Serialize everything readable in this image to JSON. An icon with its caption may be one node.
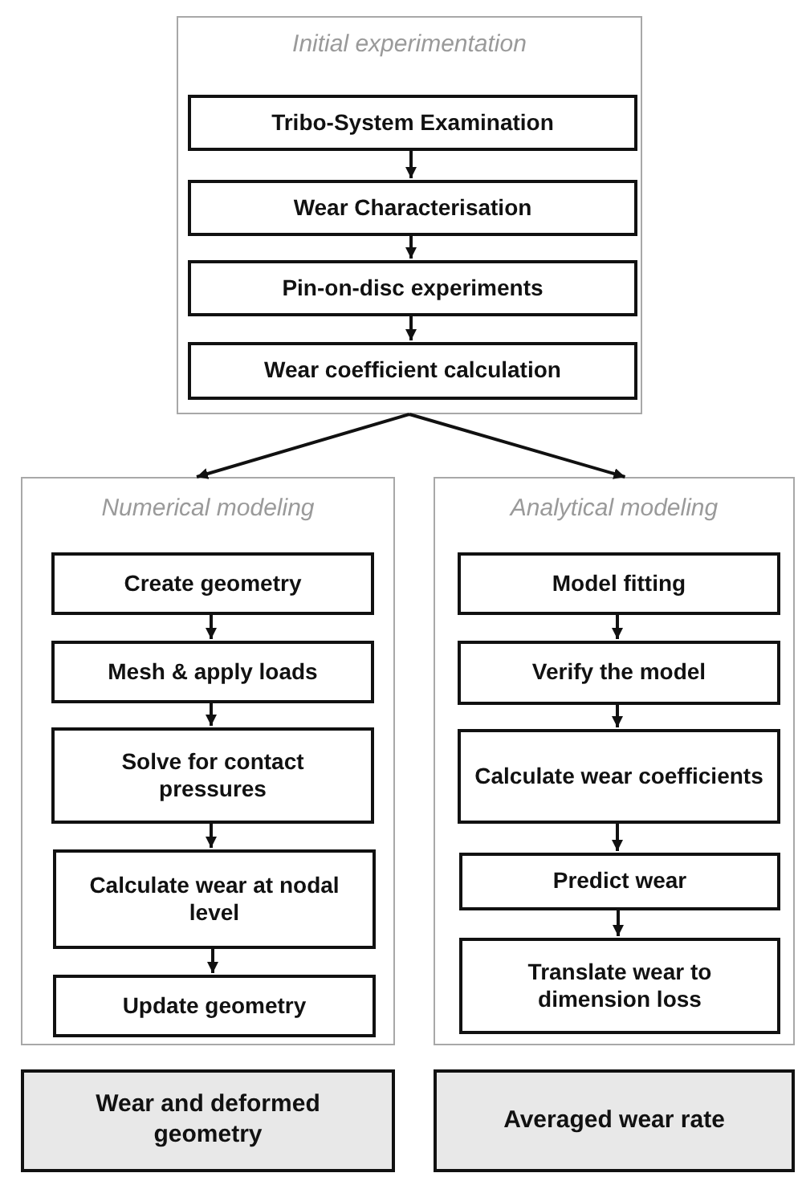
{
  "diagram": {
    "nodes": [
      {
        "text": [
          "Initial experimentation"
        ]
      },
      {
        "text": [
          "Tribo-System Examination"
        ],
        "in": 0
      },
      {
        "text": [
          "Wear Characterisation"
        ],
        "in": 0
      },
      {
        "text": [
          "Pin-on-disc experiments"
        ],
        "in": 0
      },
      {
        "text": [
          "Wear coefficient calculation"
        ],
        "in": 0
      },
      {
        "text": [
          "Numerical modeling"
        ]
      },
      {
        "text": [
          "Create geometry"
        ],
        "in": 5
      },
      {
        "text": [
          "Mesh & apply loads"
        ],
        "in": 5
      },
      {
        "text": [
          "Solve for contact pressures"
        ],
        "in": 5
      },
      {
        "text": [
          "Calculate wear at nodal level"
        ],
        "in": 5
      },
      {
        "text": [
          "Update geometry"
        ],
        "in": 5
      },
      {
        "text": [
          "Analytical modeling"
        ]
      },
      {
        "text": [
          "Model fitting"
        ],
        "in": 11
      },
      {
        "text": [
          "Verify the model"
        ],
        "in": 11
      },
      {
        "text": [
          "Calculate wear coefficients"
        ],
        "in": 11
      },
      {
        "text": [
          "Predict wear"
        ],
        "in": 11
      },
      {
        "text": [
          "Translate wear to dimension loss"
        ],
        "in": 11
      },
      {
        "text": [
          "Wear and deformed geometry"
        ]
      },
      {
        "text": [
          "Averaged wear rate"
        ]
      }
    ],
    "edges": [
      {
        "from": 1,
        "to": 2,
        "arrow": "to"
      },
      {
        "from": 2,
        "to": 3,
        "arrow": "to"
      },
      {
        "from": 3,
        "to": 4,
        "arrow": "to"
      },
      {
        "from": 0,
        "to": 5,
        "arrow": "to"
      },
      {
        "from": 0,
        "to": 11,
        "arrow": "to"
      },
      {
        "from": 6,
        "to": 7,
        "arrow": "to"
      },
      {
        "from": 7,
        "to": 8,
        "arrow": "to"
      },
      {
        "from": 8,
        "to": 9,
        "arrow": "to"
      },
      {
        "from": 9,
        "to": 10,
        "arrow": "to"
      },
      {
        "from": 12,
        "to": 13,
        "arrow": "to"
      },
      {
        "from": 13,
        "to": 14,
        "arrow": "to"
      },
      {
        "from": 14,
        "to": 15,
        "arrow": "to"
      },
      {
        "from": 15,
        "to": 16,
        "arrow": "to"
      }
    ]
  }
}
